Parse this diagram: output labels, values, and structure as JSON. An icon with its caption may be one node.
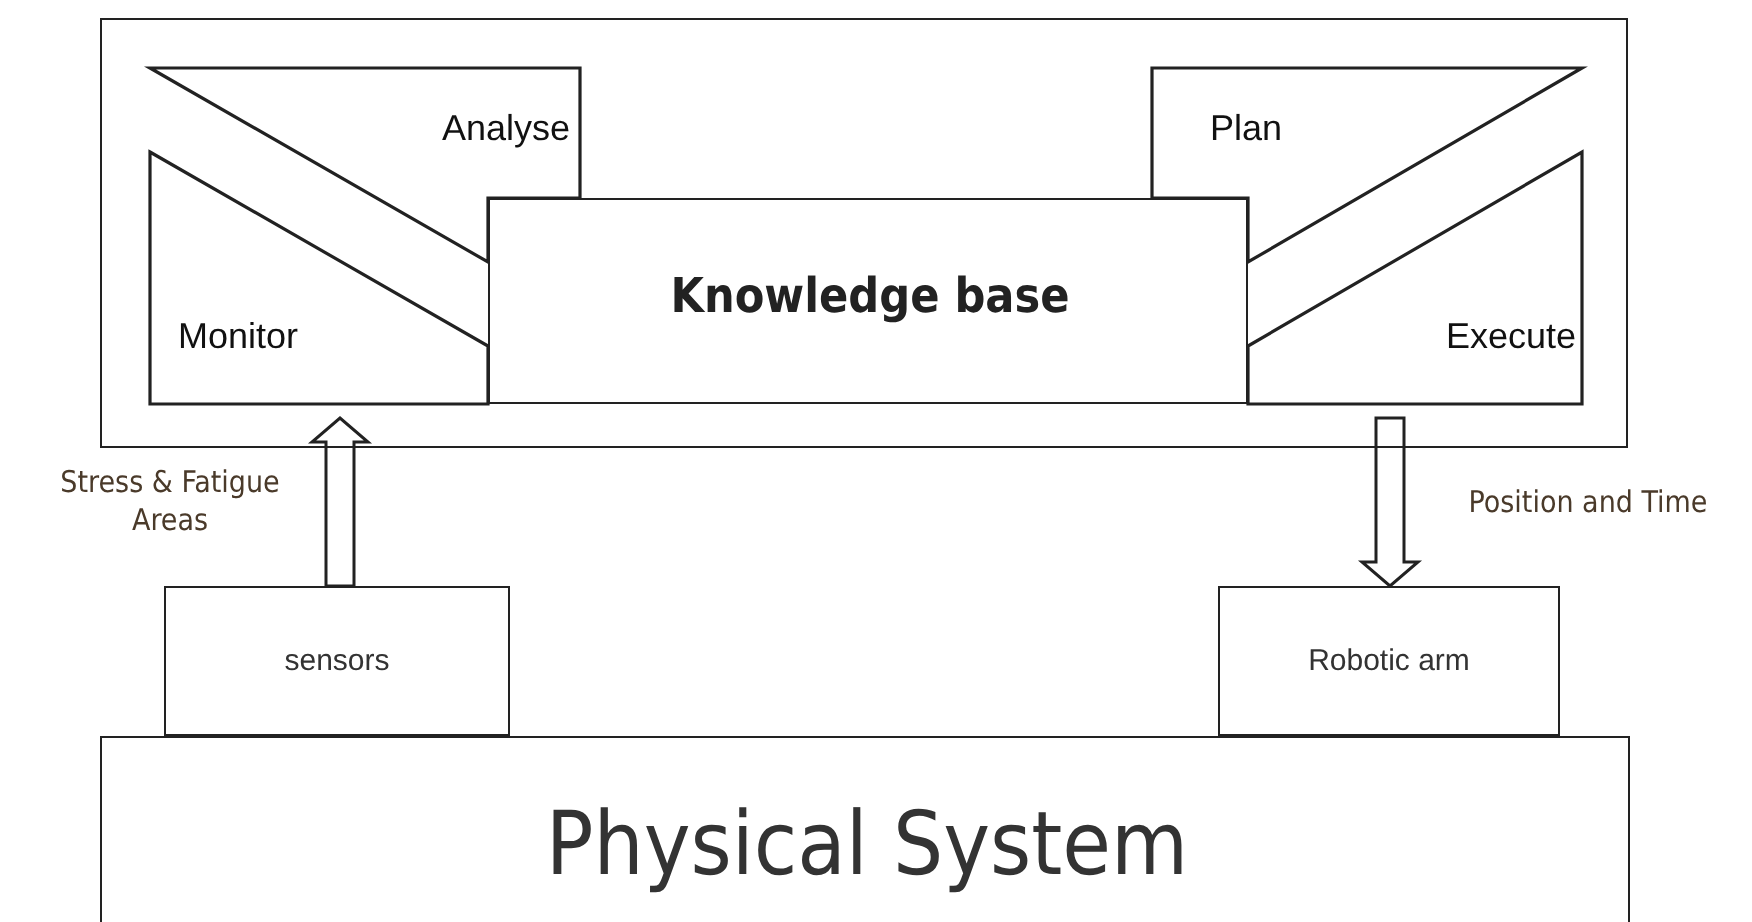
{
  "diagram": {
    "nodes": [
      {
        "text": [],
        "shape": "box"
      },
      {
        "text": [
          "Analyse"
        ],
        "in": 0
      },
      {
        "text": [
          "Monitor"
        ],
        "in": 0
      },
      {
        "text": [
          "Knowledge base"
        ],
        "in": 0
      },
      {
        "text": [
          "Plan"
        ],
        "in": 0
      },
      {
        "text": [
          "Execute"
        ],
        "in": 0
      },
      {
        "text": [
          "sensors"
        ]
      },
      {
        "text": [
          "Robotic arm"
        ]
      },
      {
        "text": [
          "Physical System"
        ]
      }
    ],
    "edges": [
      {
        "from": 6,
        "to": 2,
        "arrow": "to",
        "label": "Stress & Fatigue Areas"
      },
      {
        "from": 5,
        "to": 7,
        "arrow": "to",
        "label": "Position and Time"
      }
    ]
  }
}
